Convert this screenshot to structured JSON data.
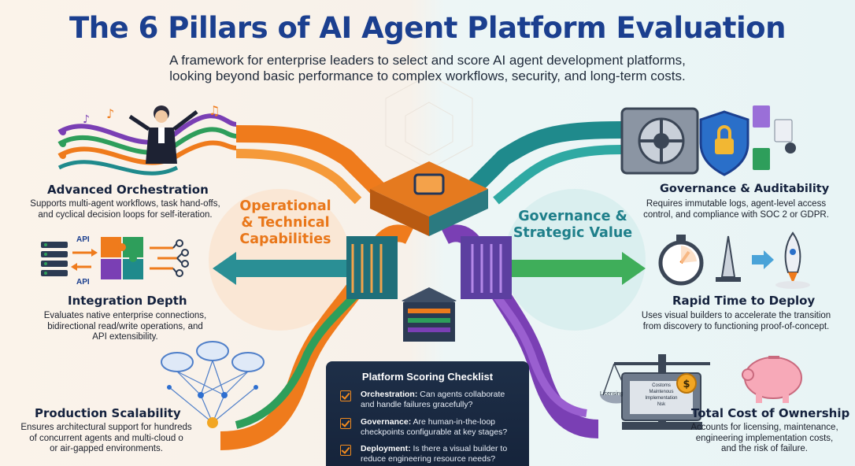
{
  "title": "The 6 Pillars of AI Agent Platform Evaluation",
  "subtitle": {
    "line1": "A framework for enterprise leaders to select and score AI agent development platforms,",
    "line2": "looking beyond basic performance to complex workflows, security, and long-term costs."
  },
  "left_section": {
    "line1": "Operational",
    "line2": "& Technical",
    "line3": "Capabilities",
    "color": "#e9771a"
  },
  "right_section": {
    "line1": "Governance &",
    "line2": "Strategic Value",
    "color": "#1e7f8a"
  },
  "pillars": {
    "orchestration": {
      "title": "Advanced Orchestration",
      "lines": [
        "Supports multi-agent workflows, task hand-offs,",
        "and cyclical decision loops for self-iteration."
      ]
    },
    "integration": {
      "title": "Integration Depth",
      "api_top": "API",
      "api_bottom": "API",
      "lines": [
        "Evaluates native enterprise connections,",
        "bidirectional read/write operations, and",
        "API extensibility."
      ]
    },
    "scalability": {
      "title": "Production Scalability",
      "lines": [
        "Ensures architectural support for hundreds",
        "of concurrent agents and multi-cloud o",
        "or air-gapped environments."
      ]
    },
    "governance": {
      "title": "Governance & Auditability",
      "lines": [
        "Requires immutable logs, agent-level access",
        "control, and compliance with SOC 2 or GDPR."
      ]
    },
    "deploy": {
      "title": "Rapid Time to Deploy",
      "lines": [
        "Uses visual builders to accelerate the transition",
        "from discovery to functioning proof-of-concept."
      ]
    },
    "tco": {
      "title": "Total Cost of Ownership",
      "scale_left": "Licensing",
      "scale_items": [
        "Costoms",
        "Maintenous",
        "Implementation",
        "Nsk"
      ],
      "lines": [
        "Accounts for licensing, maintenance,",
        "engineering implementation costs,",
        "and the risk of failure."
      ]
    }
  },
  "checklist": {
    "title": "Platform Scoring Checklist",
    "items": [
      {
        "label": "Orchestration:",
        "text": "Can agents collaborate",
        "text2": "and handle failures gracefully?"
      },
      {
        "label": "Governance:",
        "text": "Are human-in-the-loop",
        "text2": "checkpoints configurable at key stages?"
      },
      {
        "label": "Deployment:",
        "text": "Is there a visual builder to",
        "text2": "reduce engineering resource needs?"
      }
    ]
  },
  "colors": {
    "title": "#1b3f8f",
    "orange": "#ef7b1c",
    "teal": "#1f8a8c",
    "purple": "#7a3fb4",
    "green": "#2e9e5b",
    "navy": "#1e2f48"
  }
}
